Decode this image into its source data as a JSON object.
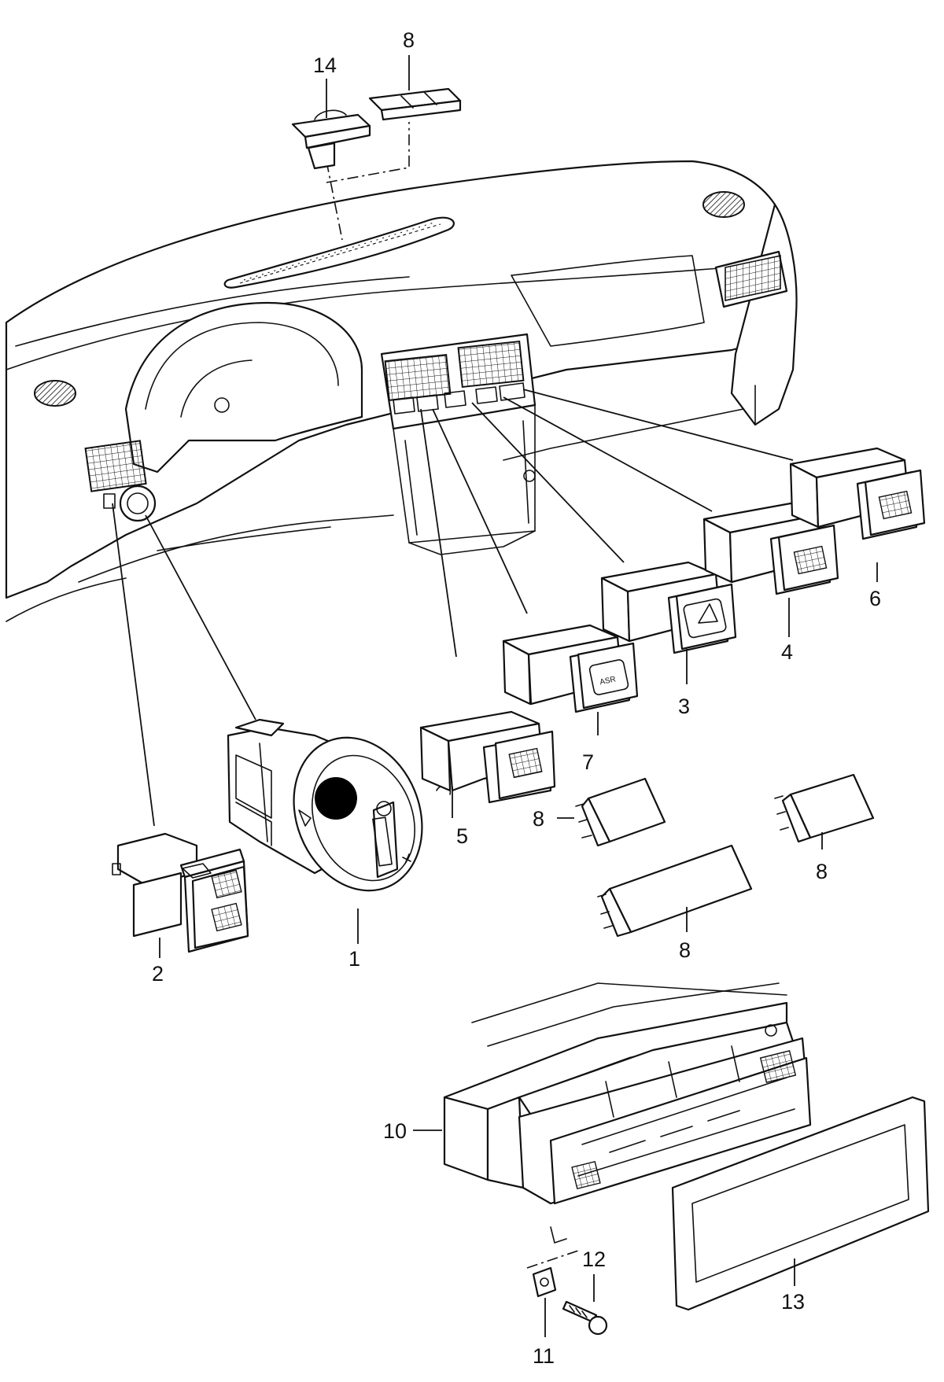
{
  "callouts": {
    "c1": "1",
    "c2": "2",
    "c3": "3",
    "c4": "4",
    "c5": "5",
    "c6": "6",
    "c7": "7",
    "c8_top": "8",
    "c8_a": "8",
    "c8_b": "8",
    "c8_c": "8",
    "c10": "10",
    "c11": "11",
    "c12": "12",
    "c13": "13",
    "c14": "14"
  },
  "labels": {
    "asr_button": "ASR"
  },
  "colors": {
    "line": "#111111",
    "background": "#ffffff",
    "marker": "#000000"
  }
}
